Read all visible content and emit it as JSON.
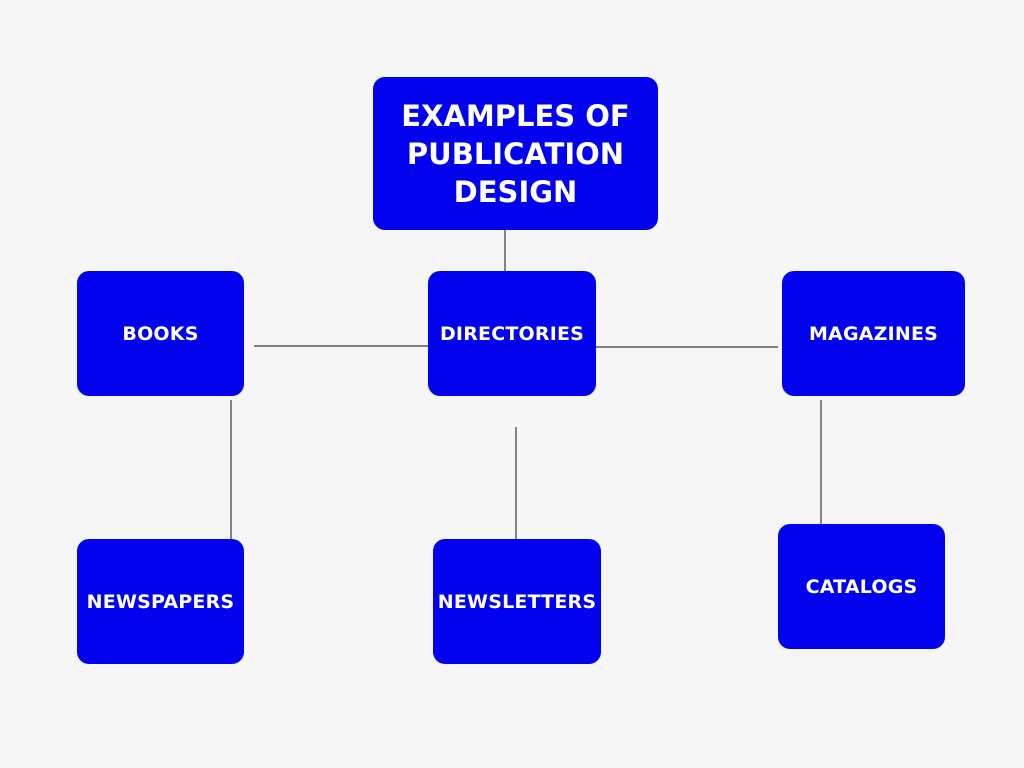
{
  "title": "EXAMPLES OF\nPUBLICATION\nDESIGN",
  "nodes": {
    "books": "BOOKS",
    "directories": "DIRECTORIES",
    "magazines": "MAGAZINES",
    "newspapers": "NEWSPAPERS",
    "newsletters": "NEWSLETTERS",
    "catalogs": "CATALOGS"
  },
  "colors": {
    "box": "#0202ee",
    "text": "#ffffff",
    "background": "#f6f6f6",
    "connector": "#3a3a3a"
  }
}
